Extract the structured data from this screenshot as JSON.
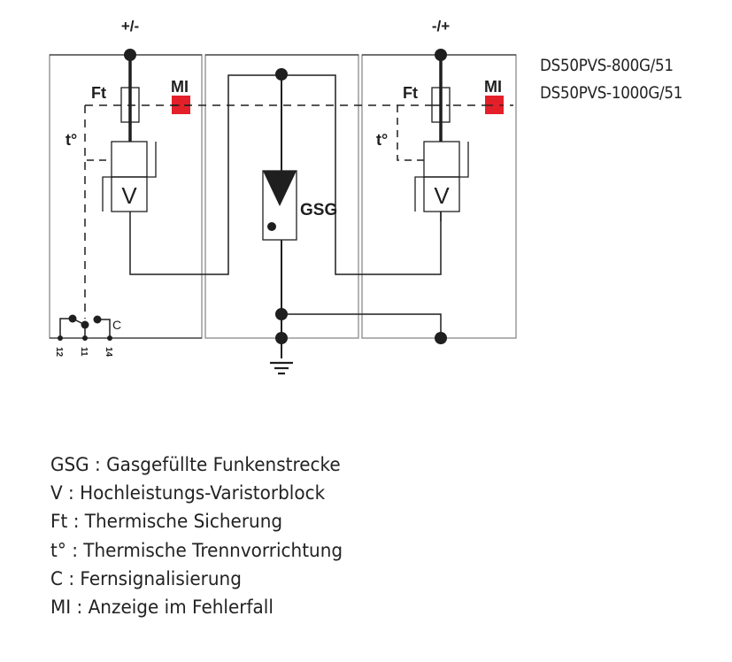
{
  "diagram": {
    "terminals": {
      "left": "+/-",
      "right": "-/+"
    },
    "labels": {
      "ft_left": "Ft",
      "ft_right": "Ft",
      "mi_left": "MI",
      "mi_right": "MI",
      "temp_left": "t°",
      "temp_right": "t°",
      "varistor_left": "V",
      "varistor_right": "V",
      "gsg": "GSG",
      "contact": "C"
    },
    "contact_terminals": [
      "12",
      "11",
      "14"
    ],
    "colors": {
      "indicator": "#e3202a",
      "line": "#1f1f1f",
      "module_border": "#8a8a8a"
    }
  },
  "models": [
    "DS50PVS-800G/51",
    "DS50PVS-1000G/51"
  ],
  "legend": [
    "GSG : Gasgefüllte Funkenstrecke",
    "V : Hochleistungs-Varistorblock",
    "Ft : Thermische Sicherung",
    "t° : Thermische Trennvorrichtung",
    "C : Fernsignalisierung",
    "MI : Anzeige im Fehlerfall"
  ]
}
